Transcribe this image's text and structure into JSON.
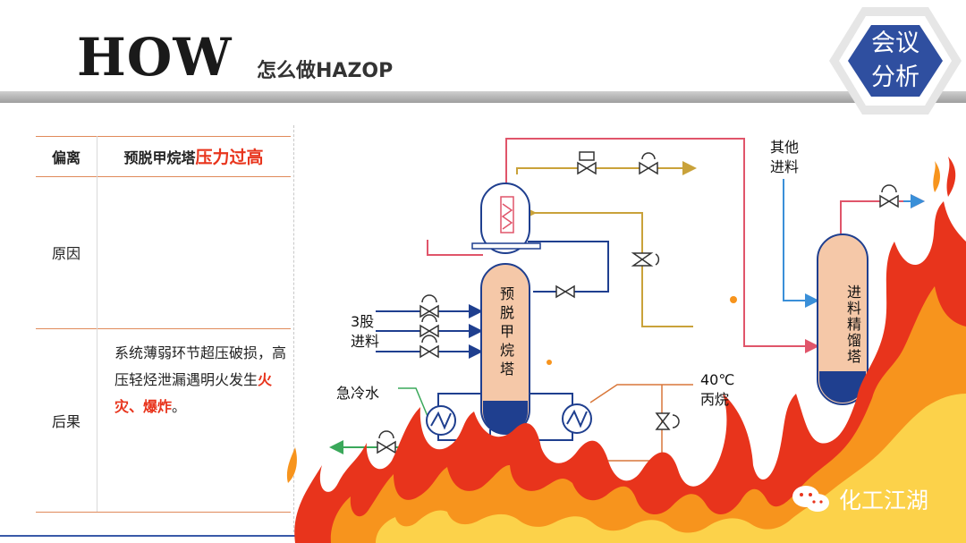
{
  "header": {
    "title": "HOW",
    "subtitle": "怎么做HAZOP"
  },
  "badge": {
    "line1": "会议",
    "line2": "分析"
  },
  "table": {
    "col1_header": "偏离",
    "col2_header_prefix": "预脱甲烷塔",
    "col2_header_highlight": "压力过高",
    "row_cause_label": "原因",
    "row_cause_text": "",
    "row_consequence_label": "后果",
    "consequence_text": "系统薄弱环节超压破损，高压轻烃泄漏遇明火发生",
    "consequence_highlight": "火灾、爆炸",
    "consequence_tail": "。"
  },
  "diagram": {
    "main_column_label": "预脱甲烷塔",
    "second_column_label": "进料精馏塔",
    "feed_label": "3股\n进料",
    "quench_label": "急冷水",
    "temp_label": "40℃\n丙烷",
    "other_feed_label": "其他\n进料"
  },
  "watermark": {
    "text": "化工江湖"
  },
  "colors": {
    "accent_red": "#e8341c",
    "column_fill": "#f5c8a8",
    "bottom_fill": "#1f3f8f",
    "badge_blue": "#2f4fa0",
    "table_line": "#e08a5a"
  }
}
